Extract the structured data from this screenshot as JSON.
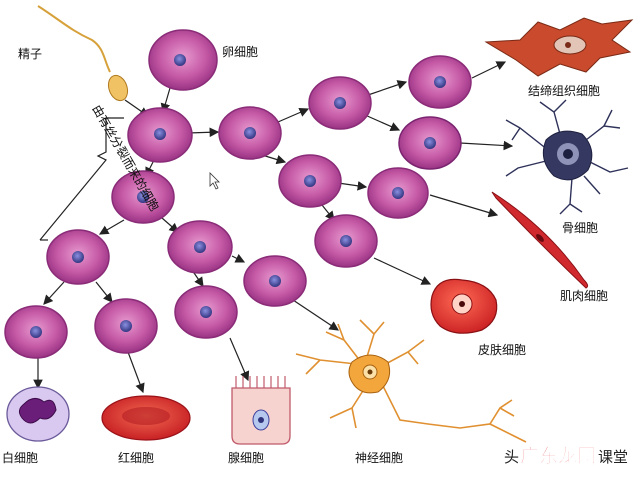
{
  "labels": {
    "sperm": "精子",
    "egg": "卵细胞",
    "mitosis": "由有丝分裂而来的细胞",
    "connective": "结缔组织细胞",
    "bone": "骨细胞",
    "muscle": "肌肉细胞",
    "skin": "皮肤细胞",
    "nerve": "神经细胞",
    "gland": "腺细胞",
    "red": "红细胞",
    "white": "白细胞"
  },
  "watermark": {
    "prefix": "头",
    "site": "广东龙网",
    "suffix": "课堂"
  },
  "colors": {
    "cell_fill": "#c04fa0",
    "cell_edge": "#8a2c78",
    "nucleus": "#3d3f9a",
    "arrow": "#222222",
    "red_cell": "#d8262b",
    "skin_cell": "#e0302a",
    "nerve_cell": "#f2a23a",
    "bone_cell": "#2e3159",
    "connective_cell": "#c44a2a",
    "watermark_red": "#e0141e"
  }
}
